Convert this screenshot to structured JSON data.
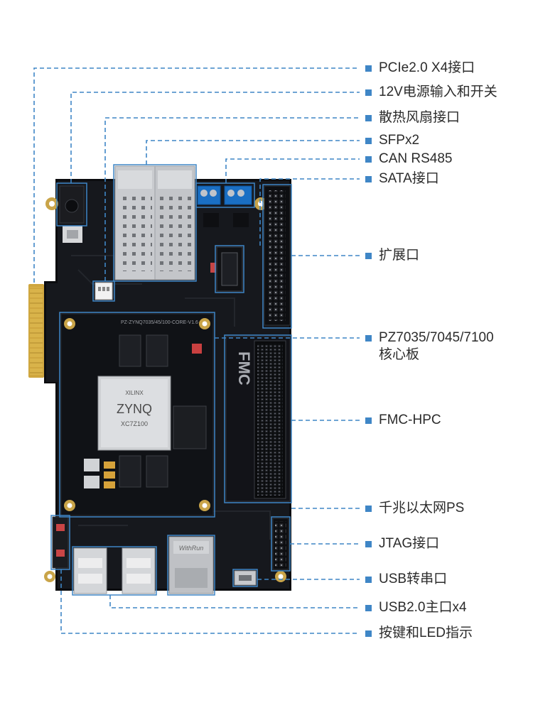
{
  "colors": {
    "accent": "#3f86c6",
    "pcb": "#16181d",
    "pcb_edge": "#0b0c0f",
    "gold": "#d9b34a",
    "silver": "#c9cbcf",
    "text": "#2b2b2b"
  },
  "labels": [
    {
      "id": "pcie",
      "text": "PCIe2.0  X4接口"
    },
    {
      "id": "power",
      "text": "12V电源输入和开关"
    },
    {
      "id": "fan",
      "text": "散热风扇接口"
    },
    {
      "id": "sfp",
      "text": "SFPx2"
    },
    {
      "id": "can",
      "text": "CAN RS485"
    },
    {
      "id": "sata",
      "text": "SATA接口"
    },
    {
      "id": "expansion",
      "text": "扩展口"
    },
    {
      "id": "core",
      "text": "PZ7035/7045/7100",
      "text2": "核心板"
    },
    {
      "id": "fmc",
      "text": "FMC-HPC"
    },
    {
      "id": "gbe",
      "text": "千兆以太网PS"
    },
    {
      "id": "jtag",
      "text": "JTAG接口"
    },
    {
      "id": "uart",
      "text": "USB转串口"
    },
    {
      "id": "usb",
      "text": "USB2.0主口x4"
    },
    {
      "id": "keys",
      "text": "按键和LED指示"
    }
  ],
  "board": {
    "fmc_silk": "FMC",
    "chip_brand": "XILINX",
    "chip_name": "ZYNQ",
    "chip_part": "XC7Z100",
    "core_silk": "PZ-ZYNQ7035/45/100-CORE-V1.6",
    "eth_brand": "WithRun"
  }
}
